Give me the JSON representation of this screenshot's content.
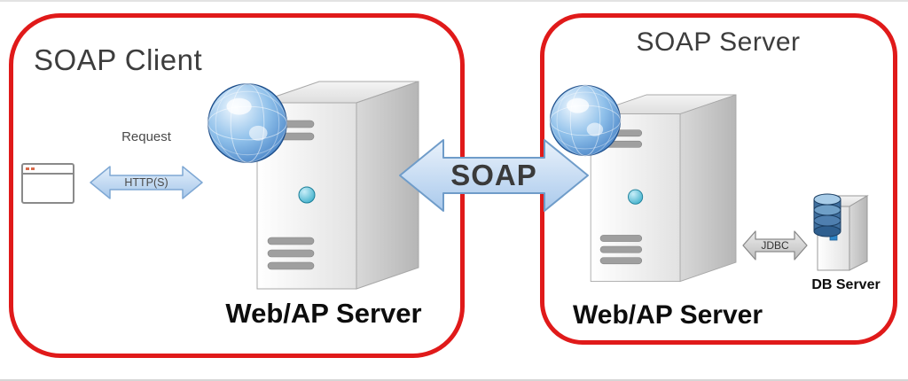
{
  "colors": {
    "box_border": "#e01a1a",
    "soap_arrow_fill": "#bfd7f2",
    "soap_arrow_border": "#6f9cc9",
    "request_arrow_fill": "#c3dbf4",
    "jdbc_arrow_fill": "#d4d4d4",
    "title_text": "#3d3d3d",
    "caption_text": "#0d0d0d"
  },
  "icons": {
    "browser_window": "window-outline",
    "globe": "blue-sphere-grid",
    "server_tower": "3d-gray-tower",
    "database": "blue-cylinder-stack"
  },
  "left_box": {
    "title": "SOAP Client",
    "request_label": "Request",
    "http_label": "HTTP(S)",
    "server_label": "Web/AP Server"
  },
  "center": {
    "soap_label": "SOAP"
  },
  "right_box": {
    "title": "SOAP Server",
    "server_label": "Web/AP Server",
    "jdbc_label": "JDBC",
    "db_server_label": "DB Server"
  }
}
